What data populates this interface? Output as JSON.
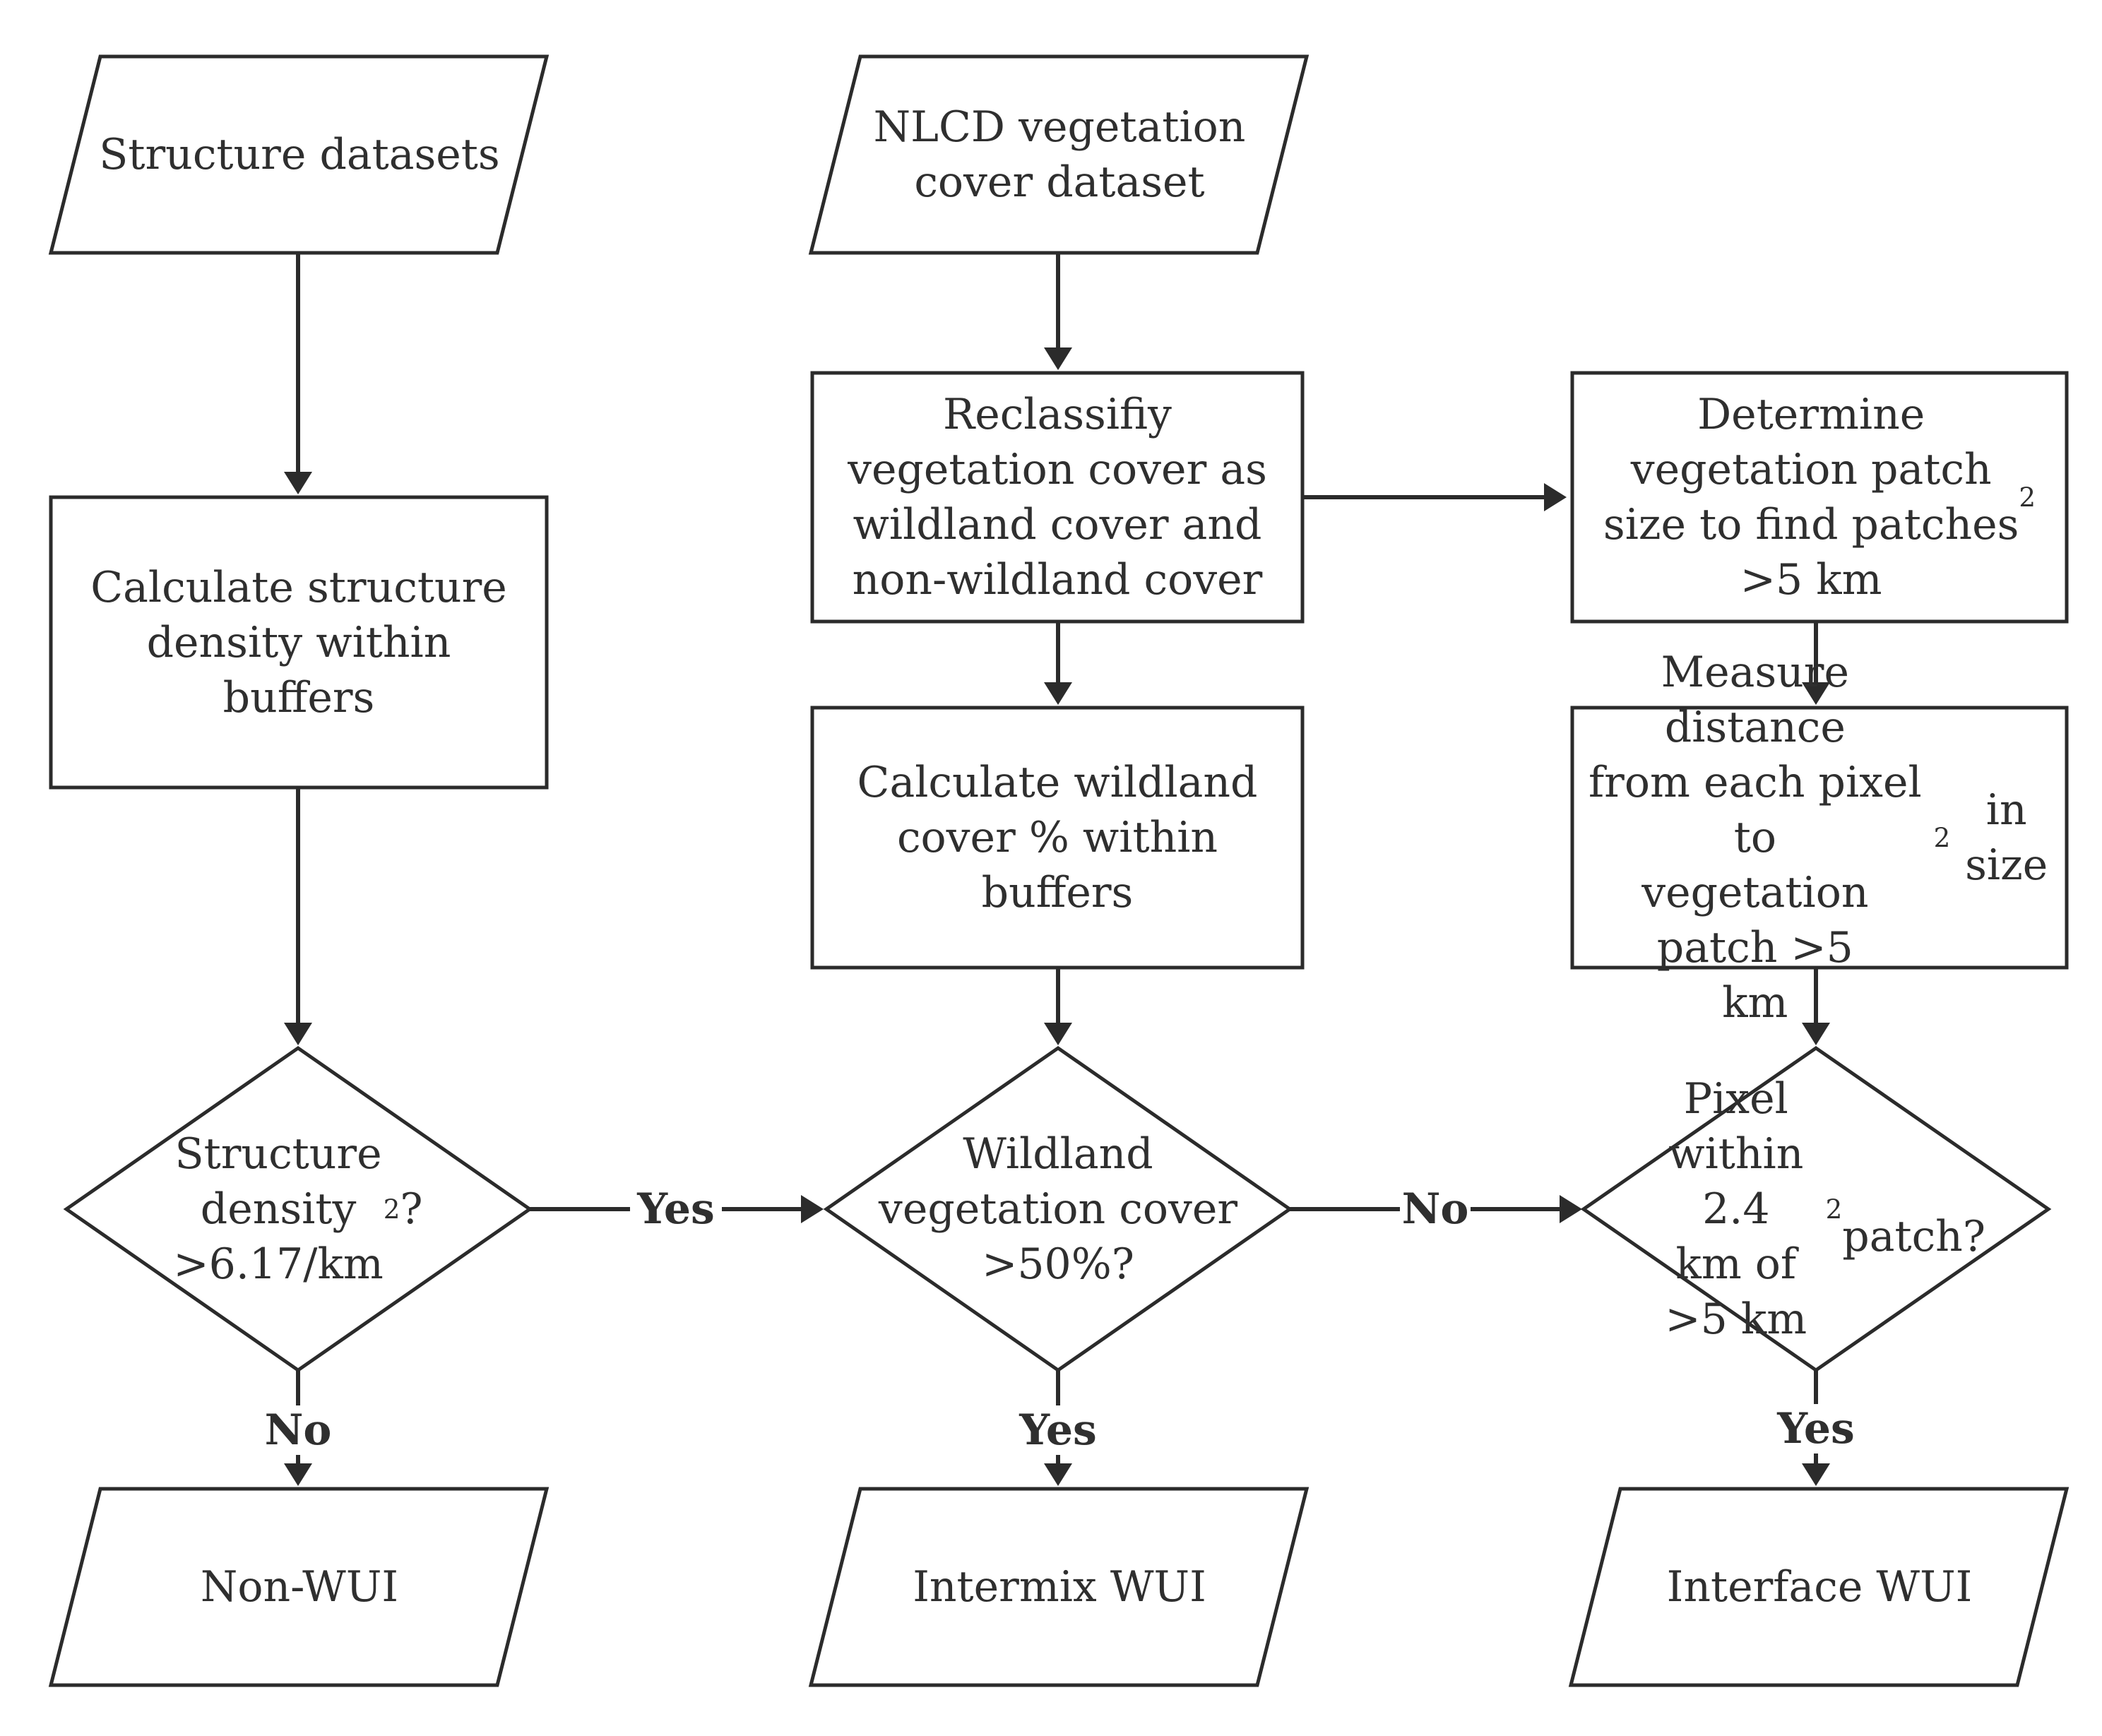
{
  "nodes": {
    "structure_datasets": {
      "text": "Structure datasets"
    },
    "nlcd_dataset": {
      "text": "NLCD vegetation\ncover dataset"
    },
    "calc_structure_density": {
      "text": "Calculate structure\ndensity within\nbuffers"
    },
    "reclassify_vegetation": {
      "text": "Reclassifiy\nvegetation cover as\nwildland cover and\nnon-wildland cover"
    },
    "determine_patch_size": {
      "text": "Determine\nvegetation patch\nsize to find patches\n>5 km^2"
    },
    "calc_wildland_cover": {
      "text": "Calculate wildland\ncover % within\nbuffers"
    },
    "measure_distance": {
      "text": "Measure distance\nfrom each pixel to\nvegetation patch >5\nkm^2 in size"
    },
    "decision_structure_density": {
      "text": "Structure\ndensity\n>6.17/km^2?"
    },
    "decision_wildland_cover": {
      "text": "Wildland\nvegetation cover\n>50%?"
    },
    "decision_pixel_distance": {
      "text": "Pixel\nwithin 2.4\nkm of >5 km^2\npatch?"
    },
    "non_wui": {
      "text": "Non-WUI"
    },
    "intermix_wui": {
      "text": "Intermix WUI"
    },
    "interface_wui": {
      "text": "Interface WUI"
    }
  },
  "edge_labels": {
    "density_yes": "Yes",
    "density_no": "No",
    "wildland_no": "No",
    "wildland_yes": "Yes",
    "pixel_yes": "Yes"
  },
  "colors": {
    "stroke": "#2b2b2b",
    "text": "#2f2f2f",
    "background": "#ffffff"
  }
}
